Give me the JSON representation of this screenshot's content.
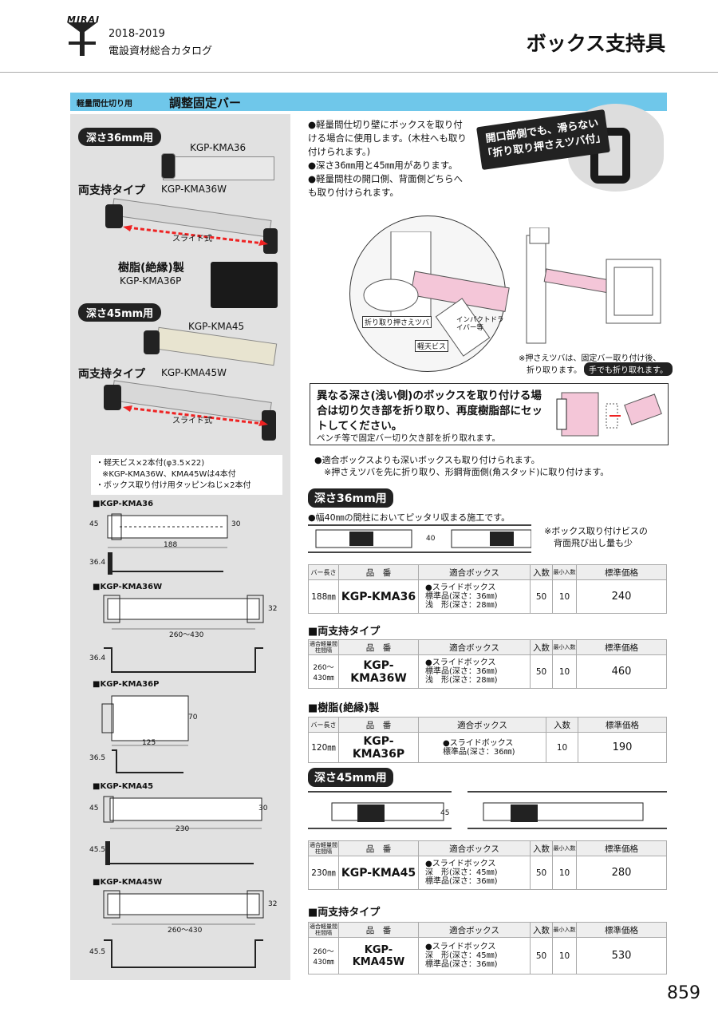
{
  "header": {
    "brand": "MIRAI",
    "year": "2018-2019",
    "catalog": "電設資材総合カタログ",
    "category": "ボックス支持具"
  },
  "section": {
    "sub": "軽量間仕切り用",
    "title": "調整固定バー"
  },
  "left": {
    "depth36": "深さ36mm用",
    "kma36": "KGP-KMA36",
    "ryou": "両支持タイプ",
    "kma36w": "KGP-KMA36W",
    "slide": "スライド式",
    "resin": "樹脂(絶縁)製",
    "kma36p": "KGP-KMA36P",
    "depth45": "深さ45mm用",
    "kma45": "KGP-KMA45",
    "ryou2": "両支持タイプ",
    "kma45w": "KGP-KMA45W",
    "slide2": "スライド式",
    "notes": [
      "・軽天ビス×2本付(φ3.5×22)",
      "※KGP-KMA36W、KMA45Wは4本付",
      "・ボックス取り付け用タッピンねじ×2本付"
    ],
    "drawings": [
      {
        "title": "■KGP-KMA36",
        "d1": "45",
        "d2": "30",
        "w": "188",
        "h": "36.4"
      },
      {
        "title": "■KGP-KMA36W",
        "d1": "32",
        "w": "260～430",
        "h": "36.4"
      },
      {
        "title": "■KGP-KMA36P",
        "d1": "70",
        "w": "125",
        "h": "36.5"
      },
      {
        "title": "■KGP-KMA45",
        "d1": "45",
        "d2": "30",
        "w": "230",
        "h": "45.5"
      },
      {
        "title": "■KGP-KMA45W",
        "d1": "32",
        "w": "260～430",
        "h": "45.5"
      }
    ]
  },
  "right": {
    "bullets": [
      "●軽量間仕切り壁にボックスを取り付ける場合に使用します。(木柱へも取り付けられます。)",
      "●深さ36㎜用と45㎜用があります。",
      "●軽量間柱の開口側、背面側どちらへも取り付けられます。"
    ],
    "callout": [
      "開口部側でも、滑らない",
      "「折り取り押さえツバ付」"
    ],
    "diag": {
      "tsuba": "折り取り押さえツバ",
      "impact": "インパクトドライバー等",
      "keiten": "軽天ビス"
    },
    "note1": "※押さえツバは、固定バー取り付け後、",
    "note2": "折り取ります。",
    "note2b": "手でも折り取れます。",
    "box": {
      "head": "異なる深さ(浅い側)のボックスを取り付ける場合は切り欠き部を折り取り、再度樹脂部にセットしてください。",
      "sub": "ペンチ等で固定バー切り欠き部を折り取れます。"
    },
    "fit1": "●適合ボックスよりも深いボックスも取り付けられます。",
    "fit2": "※押さえツバを先に折り取り、形鋼背面側(角スタッド)に取り付けます。",
    "d36": "深さ36mm用",
    "d36note": "●幅40㎜の間柱においてピッタリ収まる施工です。",
    "dim40": "40",
    "backnote": [
      "※ボックス取り付けビスの",
      "背面飛び出し量も少"
    ],
    "ryou": "■両支持タイプ",
    "resin": "■樹脂(絶縁)製",
    "d45": "深さ45mm用",
    "dim45": "45",
    "ryou2": "■両支持タイプ",
    "hdr": {
      "len": "バー長さ",
      "pitch": "適合軽量間柱間隔",
      "hin": "品　番",
      "fit": "適合ボックス",
      "qty": "入数",
      "min": "最小入数",
      "price": "標準価格"
    },
    "t1": {
      "len": "188㎜",
      "pn": "KGP-KMA36",
      "fit": [
        "●スライドボックス",
        "標準品(深さ：36㎜)",
        "浅　形(深さ：28㎜)"
      ],
      "qty": "50",
      "min": "10",
      "price": "240"
    },
    "t2": {
      "len": "260～430㎜",
      "pn": "KGP-KMA36W",
      "fit": [
        "●スライドボックス",
        "標準品(深さ：36㎜)",
        "浅　形(深さ：28㎜)"
      ],
      "qty": "50",
      "min": "10",
      "price": "460"
    },
    "t3": {
      "len": "120㎜",
      "pn": "KGP-KMA36P",
      "fit": [
        "●スライドボックス",
        "標準品(深さ：36㎜)"
      ],
      "qty": "10",
      "price": "190"
    },
    "t4": {
      "len": "230㎜",
      "pn": "KGP-KMA45",
      "fit": [
        "●スライドボックス",
        "深　形(深さ：45㎜)",
        "標準品(深さ：36㎜)"
      ],
      "qty": "50",
      "min": "10",
      "price": "280"
    },
    "t5": {
      "len": "260～430㎜",
      "pn": "KGP-KMA45W",
      "fit": [
        "●スライドボックス",
        "深　形(深さ：45㎜)",
        "標準品(深さ：36㎜)"
      ],
      "qty": "50",
      "min": "10",
      "price": "530"
    }
  },
  "page": "859"
}
